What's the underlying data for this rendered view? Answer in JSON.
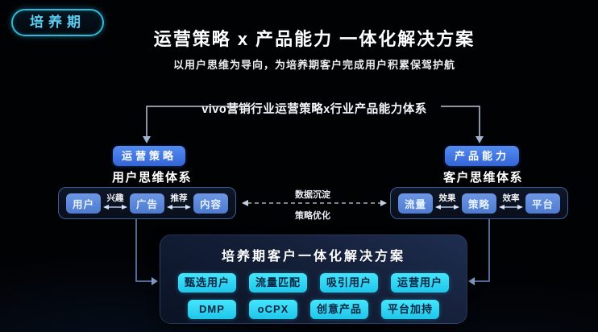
{
  "badge": {
    "label": "培养期"
  },
  "header": {
    "title": "运营策略 x 产品能力 一体化解决方案",
    "subtitle": "以用户思维为导向，为培养期客户完成用户积累保驾护航"
  },
  "bracket": {
    "label": "vivo营销行业运营策略x行业产品能力体系"
  },
  "left_track": {
    "tag": "运营策略",
    "heading": "用户思维体系",
    "nodes": [
      "用户",
      "广告",
      "内容"
    ],
    "relations": [
      "兴趣",
      "推荐"
    ]
  },
  "right_track": {
    "tag": "产品能力",
    "heading": "客户思维体系",
    "nodes": [
      "流量",
      "策略",
      "平台"
    ],
    "relations": [
      "效果",
      "效率"
    ]
  },
  "exchange": {
    "top_label": "数据沉淀",
    "bottom_label": "策略优化"
  },
  "solution_panel": {
    "title": "培养期客户一体化解决方案",
    "buttons_row1": [
      "甄选用户",
      "流量匹配",
      "吸引用户",
      "运营用户"
    ],
    "buttons_row2": [
      "DMP",
      "oCPX",
      "创意产品",
      "平台加持"
    ]
  },
  "colors": {
    "background": "#010204",
    "accent_cyan": "#2ad5f2",
    "accent_blue": "#4a7fe0",
    "pill_blue": "#5e8ad8",
    "cyan_button": "#2fd8f0",
    "cyan_button_text": "#042440",
    "text": "#ffffff"
  }
}
